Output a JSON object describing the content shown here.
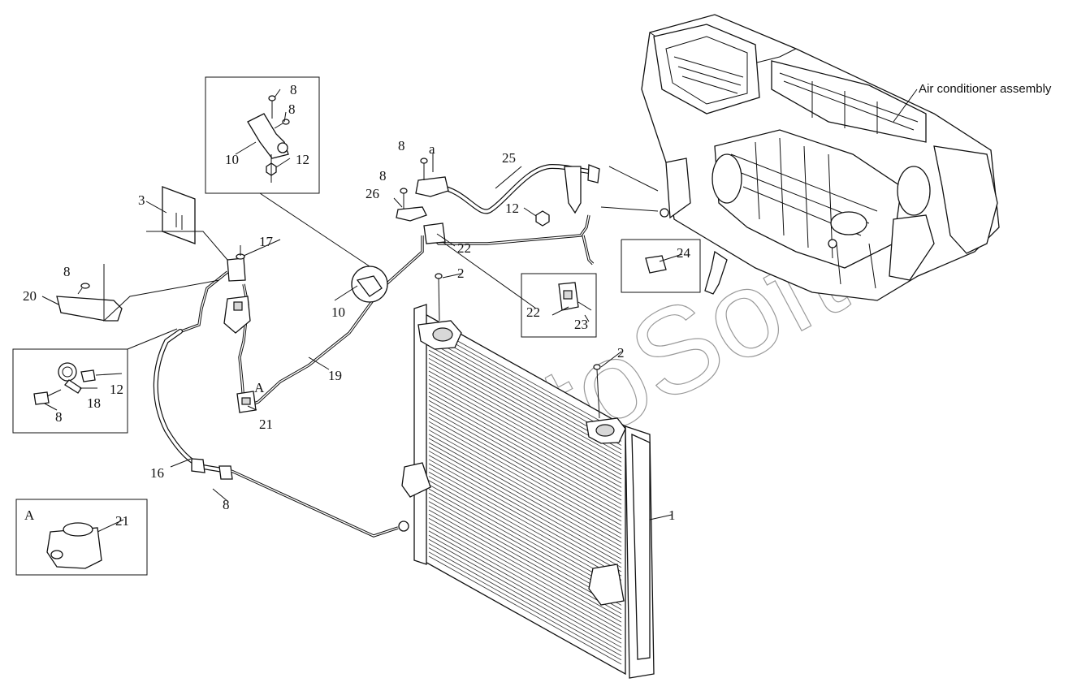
{
  "diagram": {
    "assembly_label": "Air conditioner assembly",
    "watermark": "AutoSoft",
    "callouts": {
      "c1": "1",
      "c2a": "2",
      "c2b": "2",
      "c3": "3",
      "c8_top1": "8",
      "c8_top2": "8",
      "c8_a": "8",
      "c8_b": "8",
      "c8_left": "8",
      "c8_inset": "8",
      "c8_bottom": "8",
      "c10_top": "10",
      "c10_mid": "10",
      "c12_top": "12",
      "c12_mid": "12",
      "c12_inset": "12",
      "c16": "16",
      "c17": "17",
      "c18": "18",
      "c19": "19",
      "c20": "20",
      "c21": "21",
      "c21_inset": "21",
      "c22_a": "22",
      "c22_b": "22",
      "c23": "23",
      "c24": "24",
      "c25": "25",
      "c26": "26",
      "a_marker": "a",
      "A_marker": "A",
      "A_inset": "A"
    }
  }
}
